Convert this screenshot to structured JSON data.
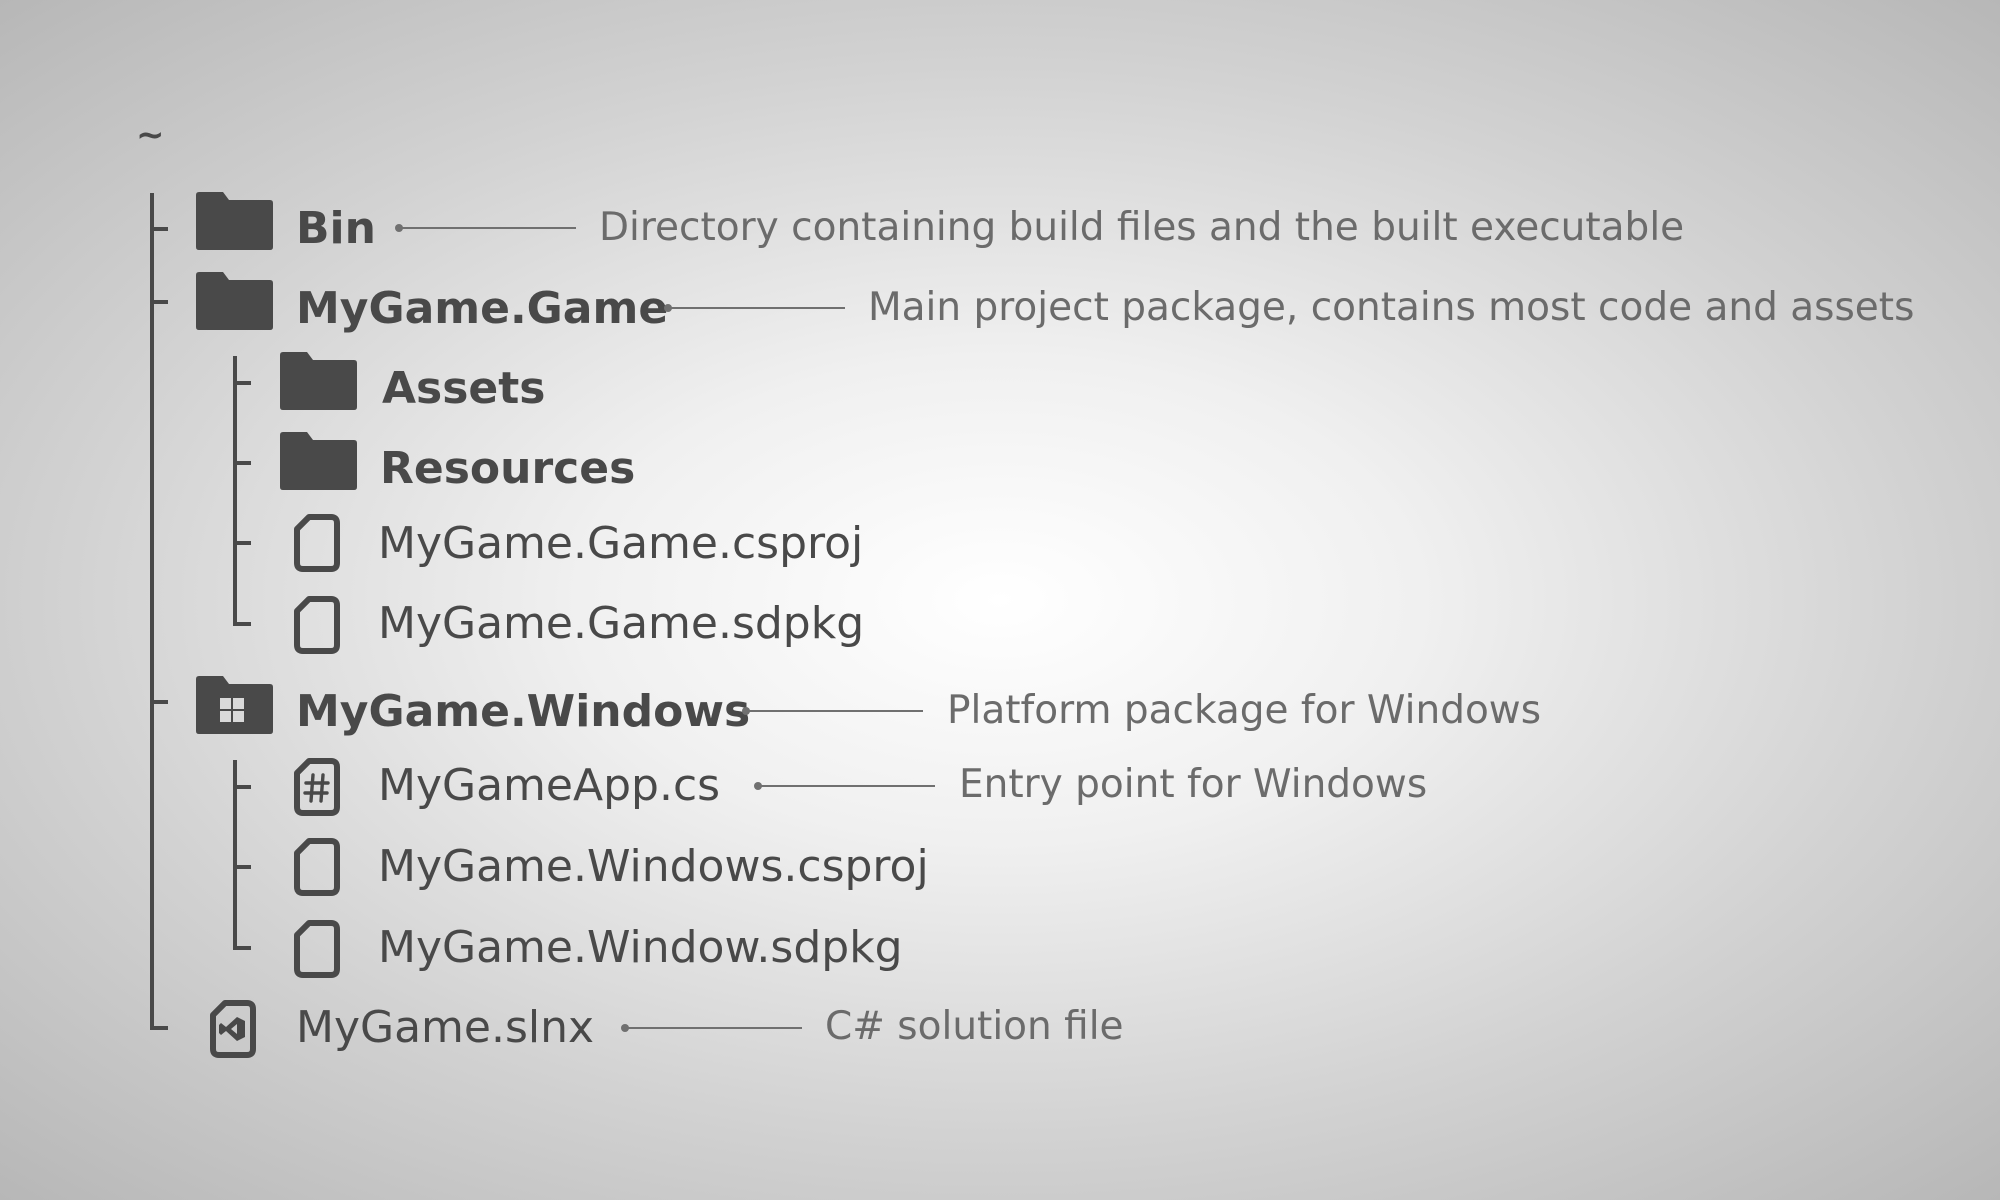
{
  "root": {
    "label": "~"
  },
  "tree": [
    {
      "name": "Bin",
      "kind": "folder",
      "description": "Directory containing build files and the built executable"
    },
    {
      "name": "MyGame.Game",
      "kind": "folder",
      "description": "Main project package, contains most code and assets"
    },
    {
      "name": "Assets",
      "kind": "folder",
      "parent": "MyGame.Game"
    },
    {
      "name": "Resources",
      "kind": "folder",
      "parent": "MyGame.Game"
    },
    {
      "name": "MyGame.Game.csproj",
      "kind": "file",
      "icon": "file-icon",
      "parent": "MyGame.Game"
    },
    {
      "name": "MyGame.Game.sdpkg",
      "kind": "file",
      "icon": "file-icon",
      "parent": "MyGame.Game"
    },
    {
      "name": "MyGame.Windows",
      "kind": "folder",
      "icon": "windows-folder-icon",
      "description": "Platform package for Windows"
    },
    {
      "name": "MyGameApp.cs",
      "kind": "file",
      "icon": "csharp-file-icon",
      "parent": "MyGame.Windows",
      "description": "Entry point for Windows"
    },
    {
      "name": "MyGame.Windows.csproj",
      "kind": "file",
      "icon": "file-icon",
      "parent": "MyGame.Windows"
    },
    {
      "name": "MyGame.Window.sdpkg",
      "kind": "file",
      "icon": "file-icon",
      "parent": "MyGame.Windows"
    },
    {
      "name": "MyGame.slnx",
      "kind": "file",
      "icon": "visual-studio-solution-icon",
      "description": "C# solution file"
    }
  ],
  "colors": {
    "ink": "#494949",
    "note_text": "#6b6b6b",
    "leader": "#707070",
    "background_center": "#ffffff",
    "background_edge": "#b4b4b4"
  }
}
